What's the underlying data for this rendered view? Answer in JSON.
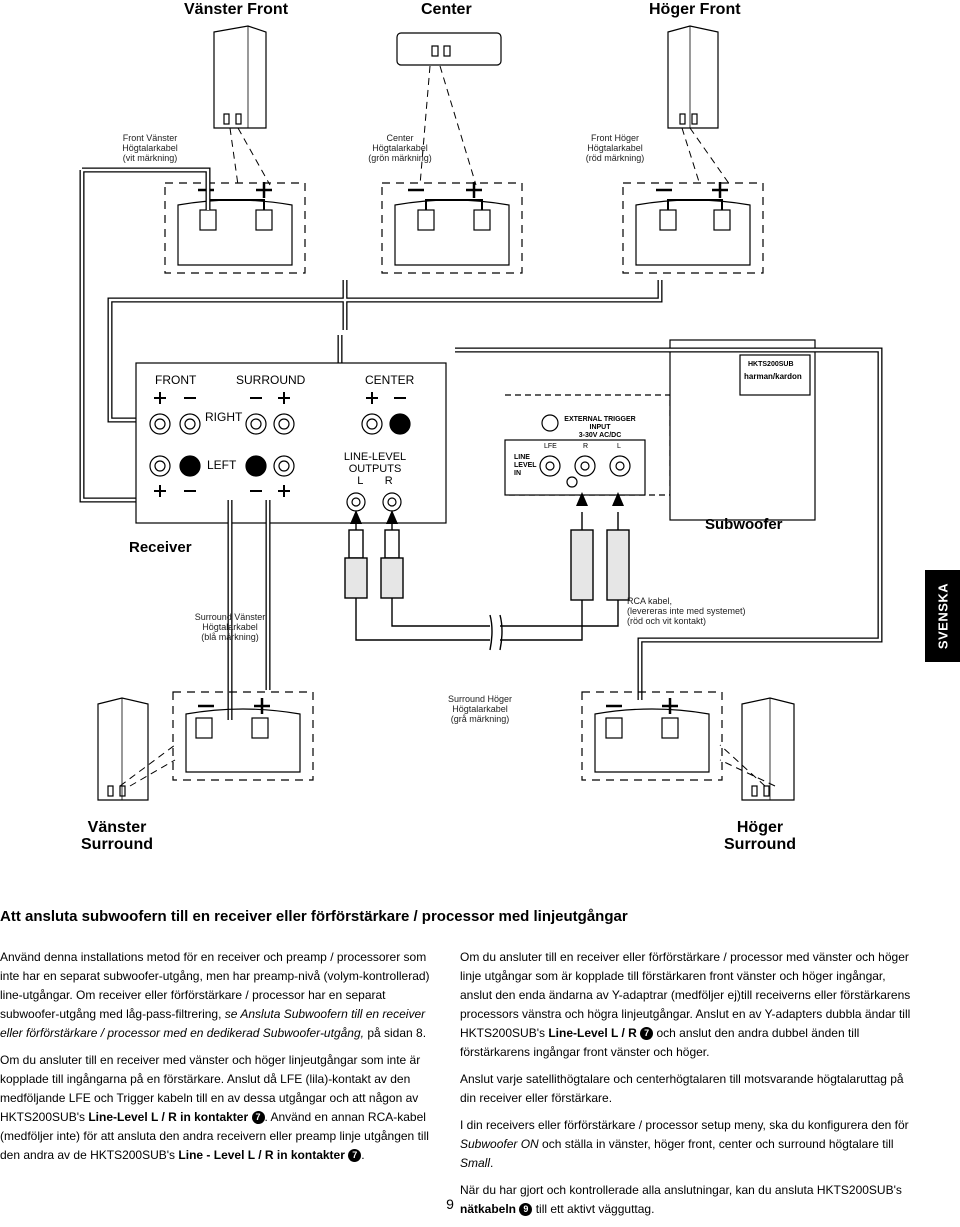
{
  "labels": {
    "front_left": "Vänster Front",
    "center": "Center",
    "front_right": "Höger Front",
    "receiver": "Receiver",
    "subwoofer": "Subwoofer",
    "surround_left_line1": "Vänster",
    "surround_left_line2": "Surround",
    "surround_right_line1": "Höger",
    "surround_right_line2": "Surround"
  },
  "cable_notes": {
    "front_left": [
      "Front Vänster",
      "Högtalarkabel",
      "(vit märkning)"
    ],
    "center": [
      "Center",
      "Högtalarkabel",
      "(grön märkning)"
    ],
    "front_right": [
      "Front Höger",
      "Högtalarkabel",
      "(röd märkning)"
    ],
    "surround_left": [
      "Surround Vänster",
      "Högtalarkabel",
      "(blå märkning)"
    ],
    "rca": [
      "RCA kabel,",
      "(levereras inte med systemet)",
      "(röd och vit kontakt)"
    ],
    "surround_right": [
      "Surround Höger",
      "Högtalarkabel",
      "(grå märkning)"
    ]
  },
  "receiver_panel": {
    "front": "FRONT",
    "surround": "SURROUND",
    "center": "CENTER",
    "right": "RIGHT",
    "left": "LEFT",
    "line_level": "LINE-LEVEL",
    "outputs": "OUTPUTS",
    "l": "L",
    "r": "R"
  },
  "sub_panel": {
    "external_trigger": "EXTERNAL TRIGGER",
    "input": "INPUT",
    "voltage": "3-30V AC/DC",
    "lfe": "LFE",
    "r": "R",
    "l": "L",
    "line": "LINE",
    "level": "LEVEL",
    "in": "IN",
    "model": "HKTS200SUB",
    "brand": "harman/kardon"
  },
  "side_tab": "SVENSKA",
  "section_title": "Att ansluta subwoofern till en receiver eller förförstärkare / processor med linjeutgångar",
  "left_column": {
    "p1_a": "Använd denna installations metod för en receiver och preamp / processorer som inte har en separat subwoofer-utgång, men har preamp-nivå (volym-kontrollerad) line-utgångar. Om receiver eller förförstärkare / processor har en separat subwoofer-utgång med låg-pass-filtrering, ",
    "p1_italic": "se Ansluta Subwoofern till en receiver eller förförstärkare / processor med en dedikerad Subwoofer-utgång,",
    "p1_b": " på sidan 8.",
    "p2_a": "Om du ansluter till en receiver med vänster och höger linjeutgångar som inte är kopplade till ingångarna på en förstärkare. Anslut då LFE (lila)-kontakt av den medföljande LFE och Trigger kabeln till en av dessa utgångar och att någon av HKTS200SUB's ",
    "p2_bold1": "Line-Level L / R in kontakter",
    "p2_num1": "7",
    "p2_b": ". Använd en annan RCA-kabel (medföljer inte) för att ansluta den andra receivern eller preamp linje utgången till den andra av de HKTS200SUB's ",
    "p2_bold2": "Line - Level L / R in kontakter",
    "p2_num2": "7",
    "p2_c": "."
  },
  "right_column": {
    "p1_a": "Om du ansluter till en receiver eller förförstärkare / processor med vänster och höger linje utgångar som är kopplade till förstärkaren front vänster och höger ingångar, anslut den enda ändarna av Y-adaptrar (medföljer ej)till receiverns eller förstärkarens processors vänstra och högra linjeutgångar. Anslut en av Y-adapters dubbla ändar till HKTS200SUB's ",
    "p1_bold": "Line-Level L / R",
    "p1_num": "7",
    "p1_b": " och anslut den andra dubbel änden till förstärkarens ingångar front vänster och höger.",
    "p2": "Anslut varje satellithögtalare och centerhögtalaren till motsvarande högtalaruttag på din receiver eller förstärkare.",
    "p3_a": "I din receivers eller förförstärkare / processor setup meny, ska du konfigurera den för ",
    "p3_italic1": "Subwoofer ON",
    "p3_b": " och ställa in vänster, höger front, center och surround högtalare till ",
    "p3_italic2": "Small",
    "p3_c": ".",
    "p4_a": "När du har gjort och kontrollerade alla anslutningar, kan du ansluta HKTS200SUB's ",
    "p4_bold": "nätkabeln",
    "p4_num": "9",
    "p4_b": " till ett aktivt vägguttag."
  },
  "page_number": "9"
}
